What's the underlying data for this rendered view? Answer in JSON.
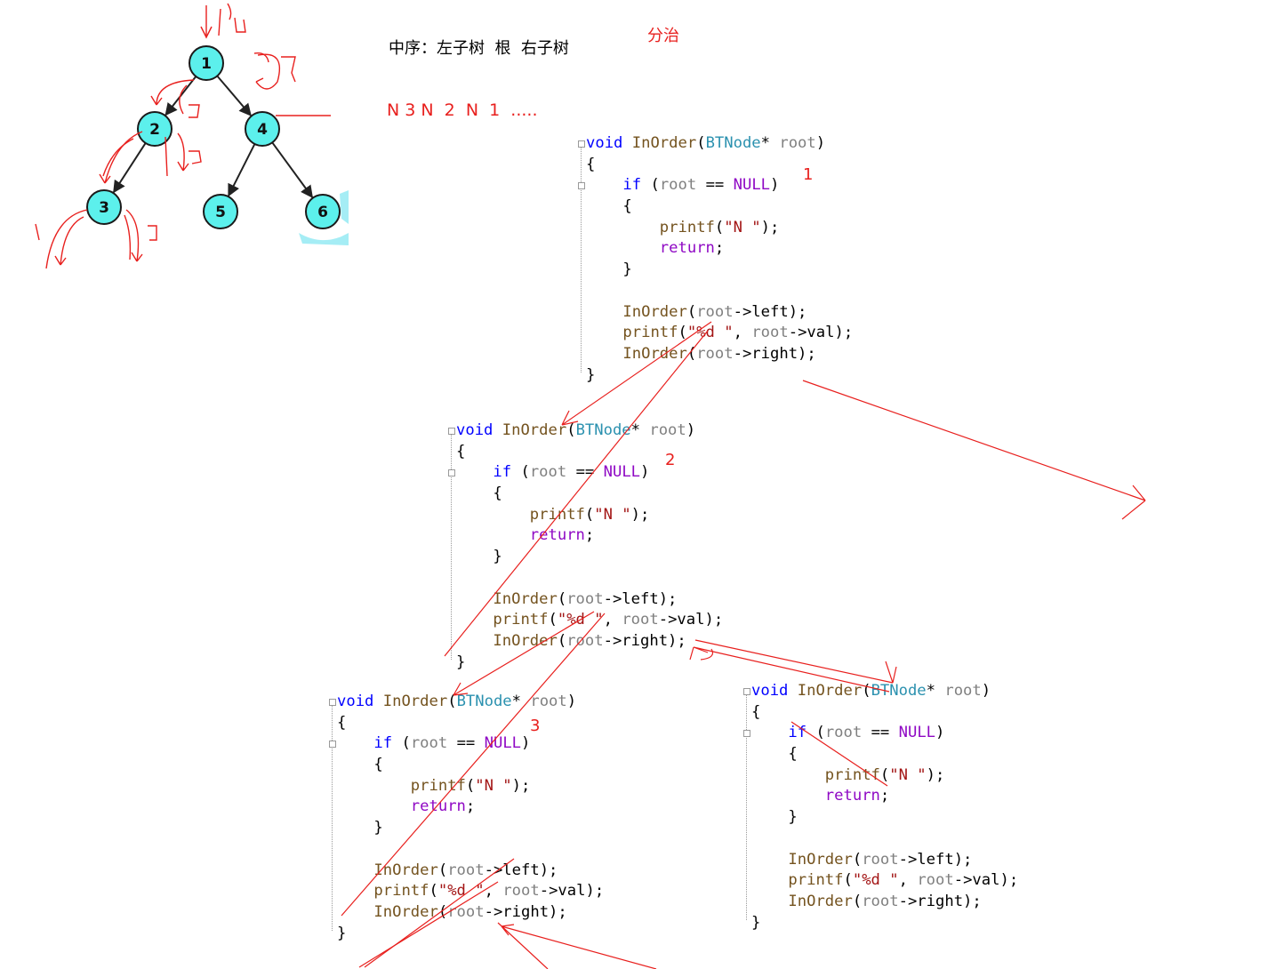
{
  "title": {
    "heading": "中序：左子树  根  右子树",
    "divide_conquer": "分治"
  },
  "sequence_text": "N 3 N  2  N  1  .....",
  "tree": {
    "nodes": [
      {
        "id": 1,
        "label": "1"
      },
      {
        "id": 2,
        "label": "2"
      },
      {
        "id": 3,
        "label": "3"
      },
      {
        "id": 4,
        "label": "4"
      },
      {
        "id": 5,
        "label": "5"
      },
      {
        "id": 6,
        "label": "6"
      }
    ],
    "edges": [
      [
        1,
        2
      ],
      [
        1,
        4
      ],
      [
        2,
        3
      ],
      [
        4,
        5
      ],
      [
        4,
        6
      ]
    ],
    "node_color": "#5cf0ec",
    "annotation_color": "#e8201e"
  },
  "code_blocks": [
    {
      "id": "block-1",
      "call_label": "1"
    },
    {
      "id": "block-2",
      "call_label": "2"
    },
    {
      "id": "block-3",
      "call_label": "3"
    },
    {
      "id": "block-4",
      "call_label": ""
    }
  ],
  "code": {
    "void": "void",
    "func": "InOrder",
    "open_paren": "(",
    "type": "BTNode",
    "ptr": "* ",
    "param": "root",
    "close_paren": ")",
    "brace_open": "{",
    "brace_close": "}",
    "if": "if",
    "space_paren": " (",
    "cond_tail": " == ",
    "null": "NULL",
    "printf": "printf",
    "n_str": "\"N \"",
    "semi_end": ");",
    "return": "return",
    "semi": ";",
    "arrow_left": "->left",
    "arrow_val": "->val",
    "arrow_right": "->right",
    "fmt_str": "\"%d \"",
    "comma": ", "
  },
  "colors": {
    "keyword": "#0000ff",
    "keyword_flow": "#8f08c4",
    "type": "#2b91af",
    "function": "#74531f",
    "param": "#808080",
    "string": "#a31515",
    "annotation": "#e8201e"
  }
}
